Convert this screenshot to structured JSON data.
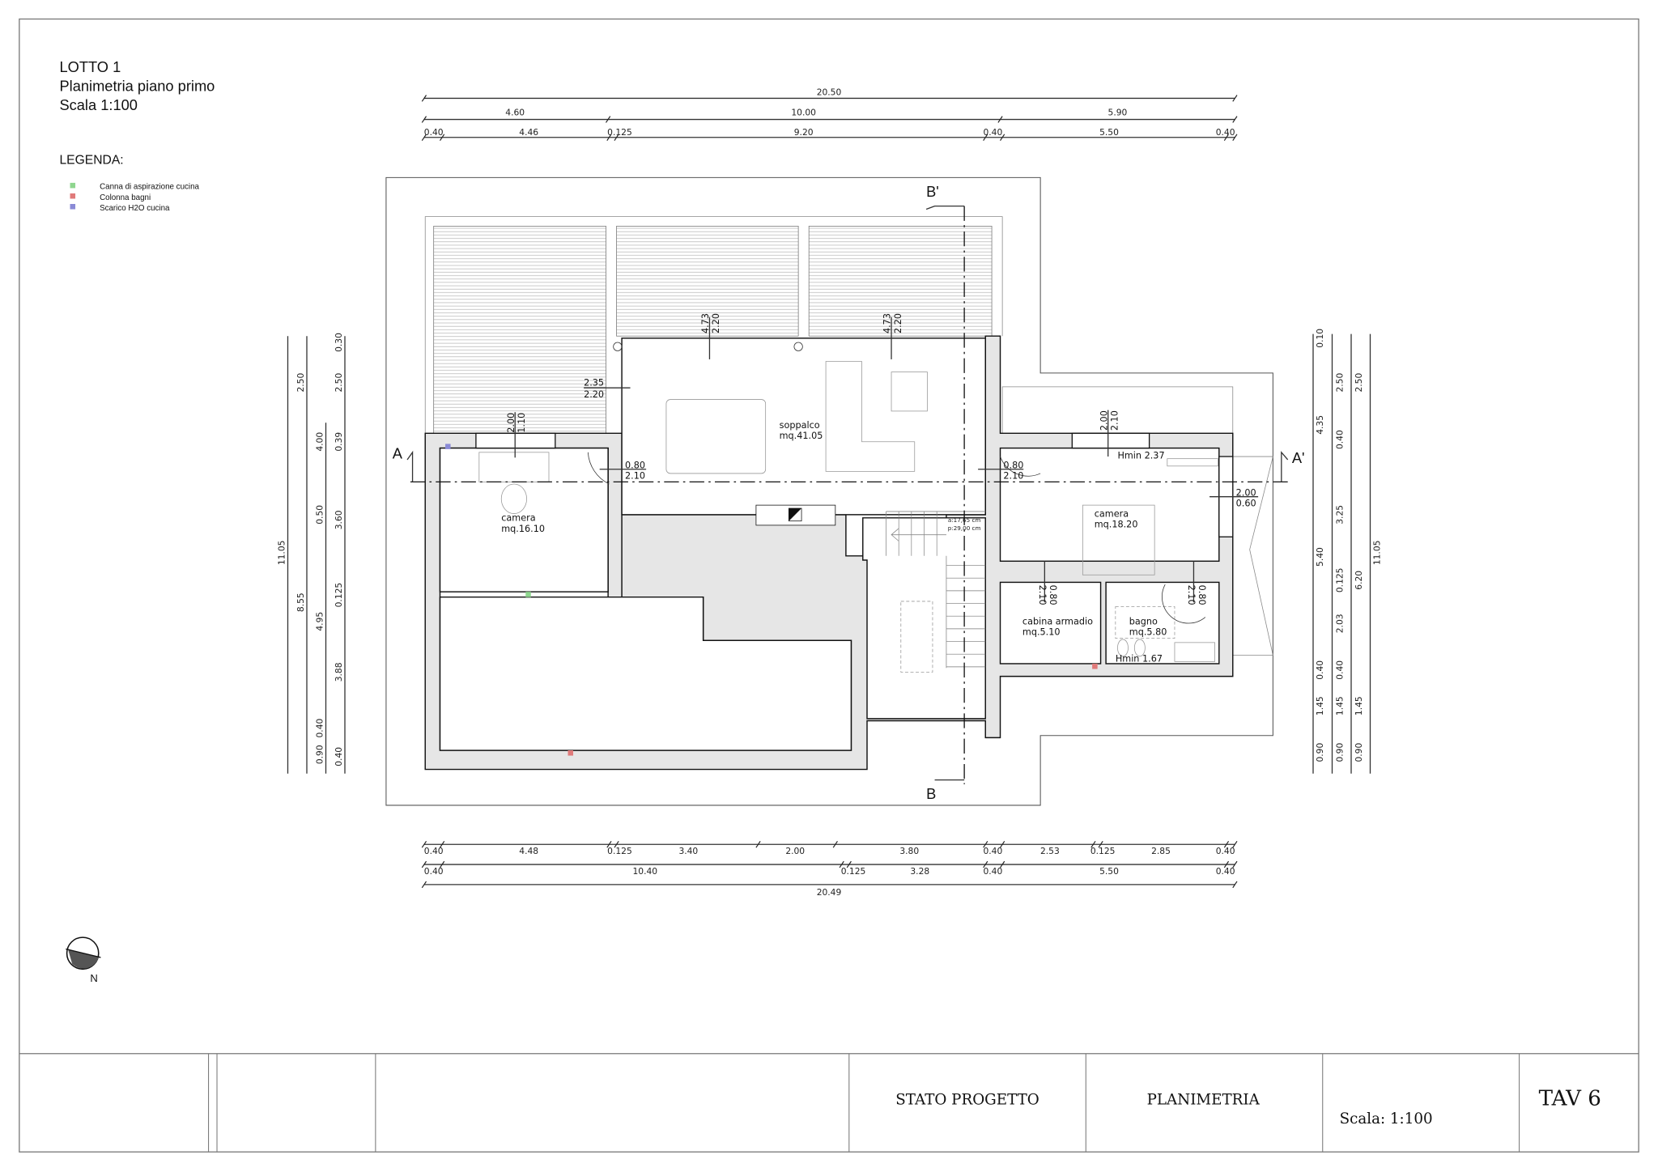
{
  "header": {
    "lotto": "LOTTO 1",
    "title": "Planimetria piano primo",
    "scale": "Scala 1:100"
  },
  "legend": {
    "title": "LEGENDA:",
    "items": [
      {
        "label": "Canna di aspirazione cucina",
        "color": "#8fd68f"
      },
      {
        "label": "Colonna bagni",
        "color": "#e07a7a"
      },
      {
        "label": "Scarico H2O cucina",
        "color": "#8a8ad6"
      }
    ]
  },
  "sections": {
    "a": "A",
    "a_prime": "A'",
    "b": "B",
    "b_prime": "B'"
  },
  "dimensions": {
    "top": {
      "row1": [
        "20.50"
      ],
      "row2": [
        "4.60",
        "10.00",
        "5.90"
      ],
      "row3": [
        "0.40",
        "4.46",
        "0.125",
        "9.20",
        "0.40",
        "5.50",
        "0.40"
      ]
    },
    "bottom": {
      "row1": [
        "0.40",
        "4.48",
        "0.125",
        "3.40",
        "2.00",
        "3.80",
        "0.40",
        "2.53",
        "0.125",
        "2.85",
        "0.40"
      ],
      "row2": [
        "0.40",
        "10.40",
        "0.125",
        "3.28",
        "0.40",
        "5.50",
        "0.40"
      ],
      "row3": [
        "20.49"
      ]
    },
    "left": {
      "col1": [
        "11.05"
      ],
      "col2": [
        "2.50",
        "8.55"
      ],
      "col3": [
        "4.00",
        "0.50",
        "4.95",
        "0.40",
        "0.90"
      ],
      "col4": [
        "0.30",
        "2.50",
        "0.39",
        "3.60",
        "0.125",
        "3.88",
        "0.40"
      ]
    },
    "right": {
      "col1": [
        "0.10",
        "4.35",
        "5.40",
        "0.40",
        "1.45",
        "0.90"
      ],
      "col2": [
        "2.50",
        "0.40",
        "3.25",
        "0.125",
        "2.03",
        "0.40",
        "1.45",
        "0.90"
      ],
      "col3": [
        "2.50",
        "6.20",
        "1.45",
        "0.90"
      ],
      "col4": [
        "11.05"
      ]
    }
  },
  "openings": [
    {
      "a": "4.73",
      "b": "2.20"
    },
    {
      "a": "4.73",
      "b": "2.20"
    },
    {
      "a": "2.35",
      "b": "2.20"
    },
    {
      "a": "2.00",
      "b": "1.10"
    },
    {
      "a": "0.80",
      "b": "2.10"
    },
    {
      "a": "0.80",
      "b": "2.10"
    },
    {
      "a": "2.00",
      "b": "2.10"
    },
    {
      "a": "2.00",
      "b": "0.60"
    },
    {
      "a": "0.80",
      "b": "2.10"
    },
    {
      "a": "0.80",
      "b": "2.10"
    }
  ],
  "rooms": [
    {
      "name": "soppalco",
      "area": "mq.41.05"
    },
    {
      "name": "camera",
      "area": "mq.16.10"
    },
    {
      "name": "camera",
      "area": "mq.18.20"
    },
    {
      "name": "cabina  armadio",
      "area": "mq.5.10"
    },
    {
      "name": "bagno",
      "area": "mq.5.80"
    }
  ],
  "heights": {
    "camera": "Hmin  2.37",
    "bagno": "Hmin  1.67"
  },
  "stair": {
    "riser": "a:17,65 cm",
    "tread": "p:29,00 cm"
  },
  "north": {
    "label": "N"
  },
  "title_block": {
    "status": "STATO PROGETTO",
    "type": "PLANIMETRIA",
    "scale": "Scala: 1:100",
    "sheet": "TAV 6"
  }
}
